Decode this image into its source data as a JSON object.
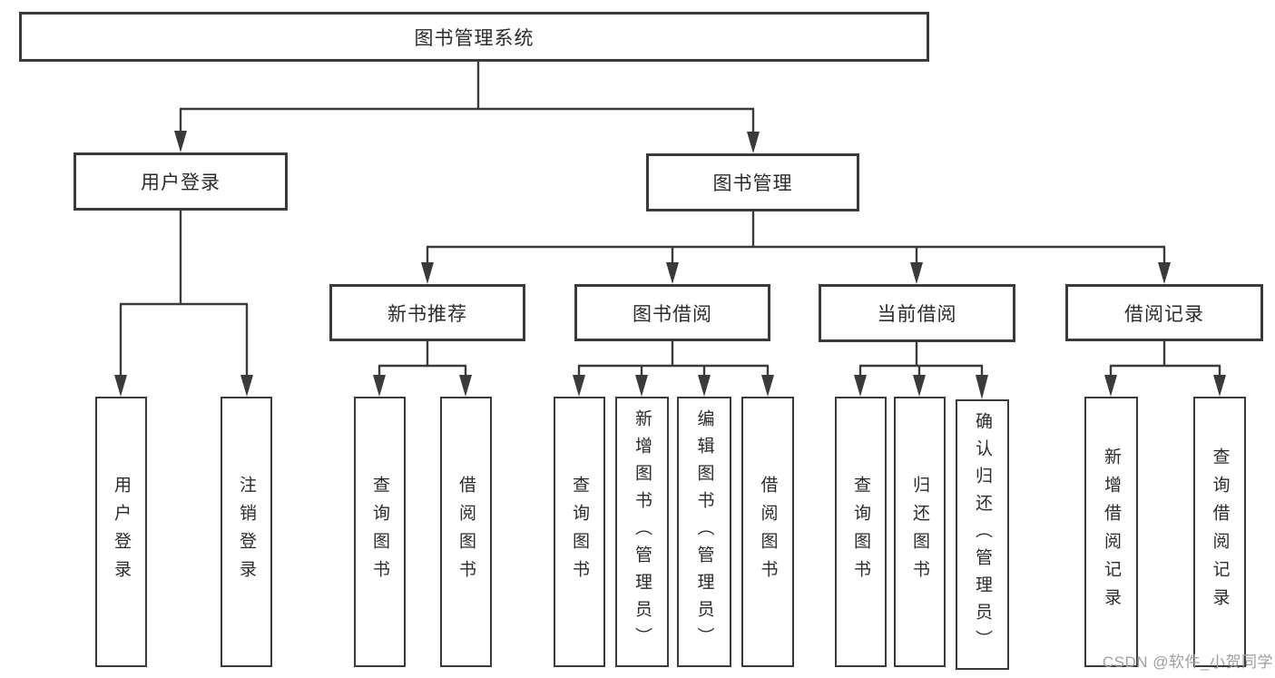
{
  "tree": {
    "root": {
      "label": "图书管理系统"
    },
    "level2": [
      {
        "id": "user-login",
        "label": "用户登录"
      },
      {
        "id": "book-management",
        "label": "图书管理"
      }
    ],
    "level3": [
      {
        "id": "new-book-recommendation",
        "label": "新书推荐"
      },
      {
        "id": "book-borrowing",
        "label": "图书借阅"
      },
      {
        "id": "current-borrowing",
        "label": "当前借阅"
      },
      {
        "id": "borrowing-records",
        "label": "借阅记录"
      }
    ],
    "leaves": [
      {
        "id": "user-login",
        "label": "用户登录"
      },
      {
        "id": "logout",
        "label": "注销登录"
      },
      {
        "id": "query-books-recommend",
        "label": "查询图书"
      },
      {
        "id": "borrow-books-recommend",
        "label": "借阅图书"
      },
      {
        "id": "query-books-borrowing",
        "label": "查询图书"
      },
      {
        "id": "add-books-admin",
        "label": "新增图书（管理员）"
      },
      {
        "id": "edit-books-admin",
        "label": "编辑图书（管理员）"
      },
      {
        "id": "borrow-books",
        "label": "借阅图书"
      },
      {
        "id": "query-books-current",
        "label": "查询图书"
      },
      {
        "id": "return-books",
        "label": "归还图书"
      },
      {
        "id": "confirm-return-admin",
        "label": "确认归还（管理员）"
      },
      {
        "id": "add-borrow-record",
        "label": "新增借阅记录"
      },
      {
        "id": "query-borrow-record",
        "label": "查询借阅记录"
      }
    ]
  },
  "watermark": {
    "text": "CSDN @软件_小贺同学"
  },
  "colors": {
    "line": "#3a3a3a",
    "text": "#2b2b2b",
    "watermark": "#9e9e9e",
    "background": "#ffffff"
  }
}
